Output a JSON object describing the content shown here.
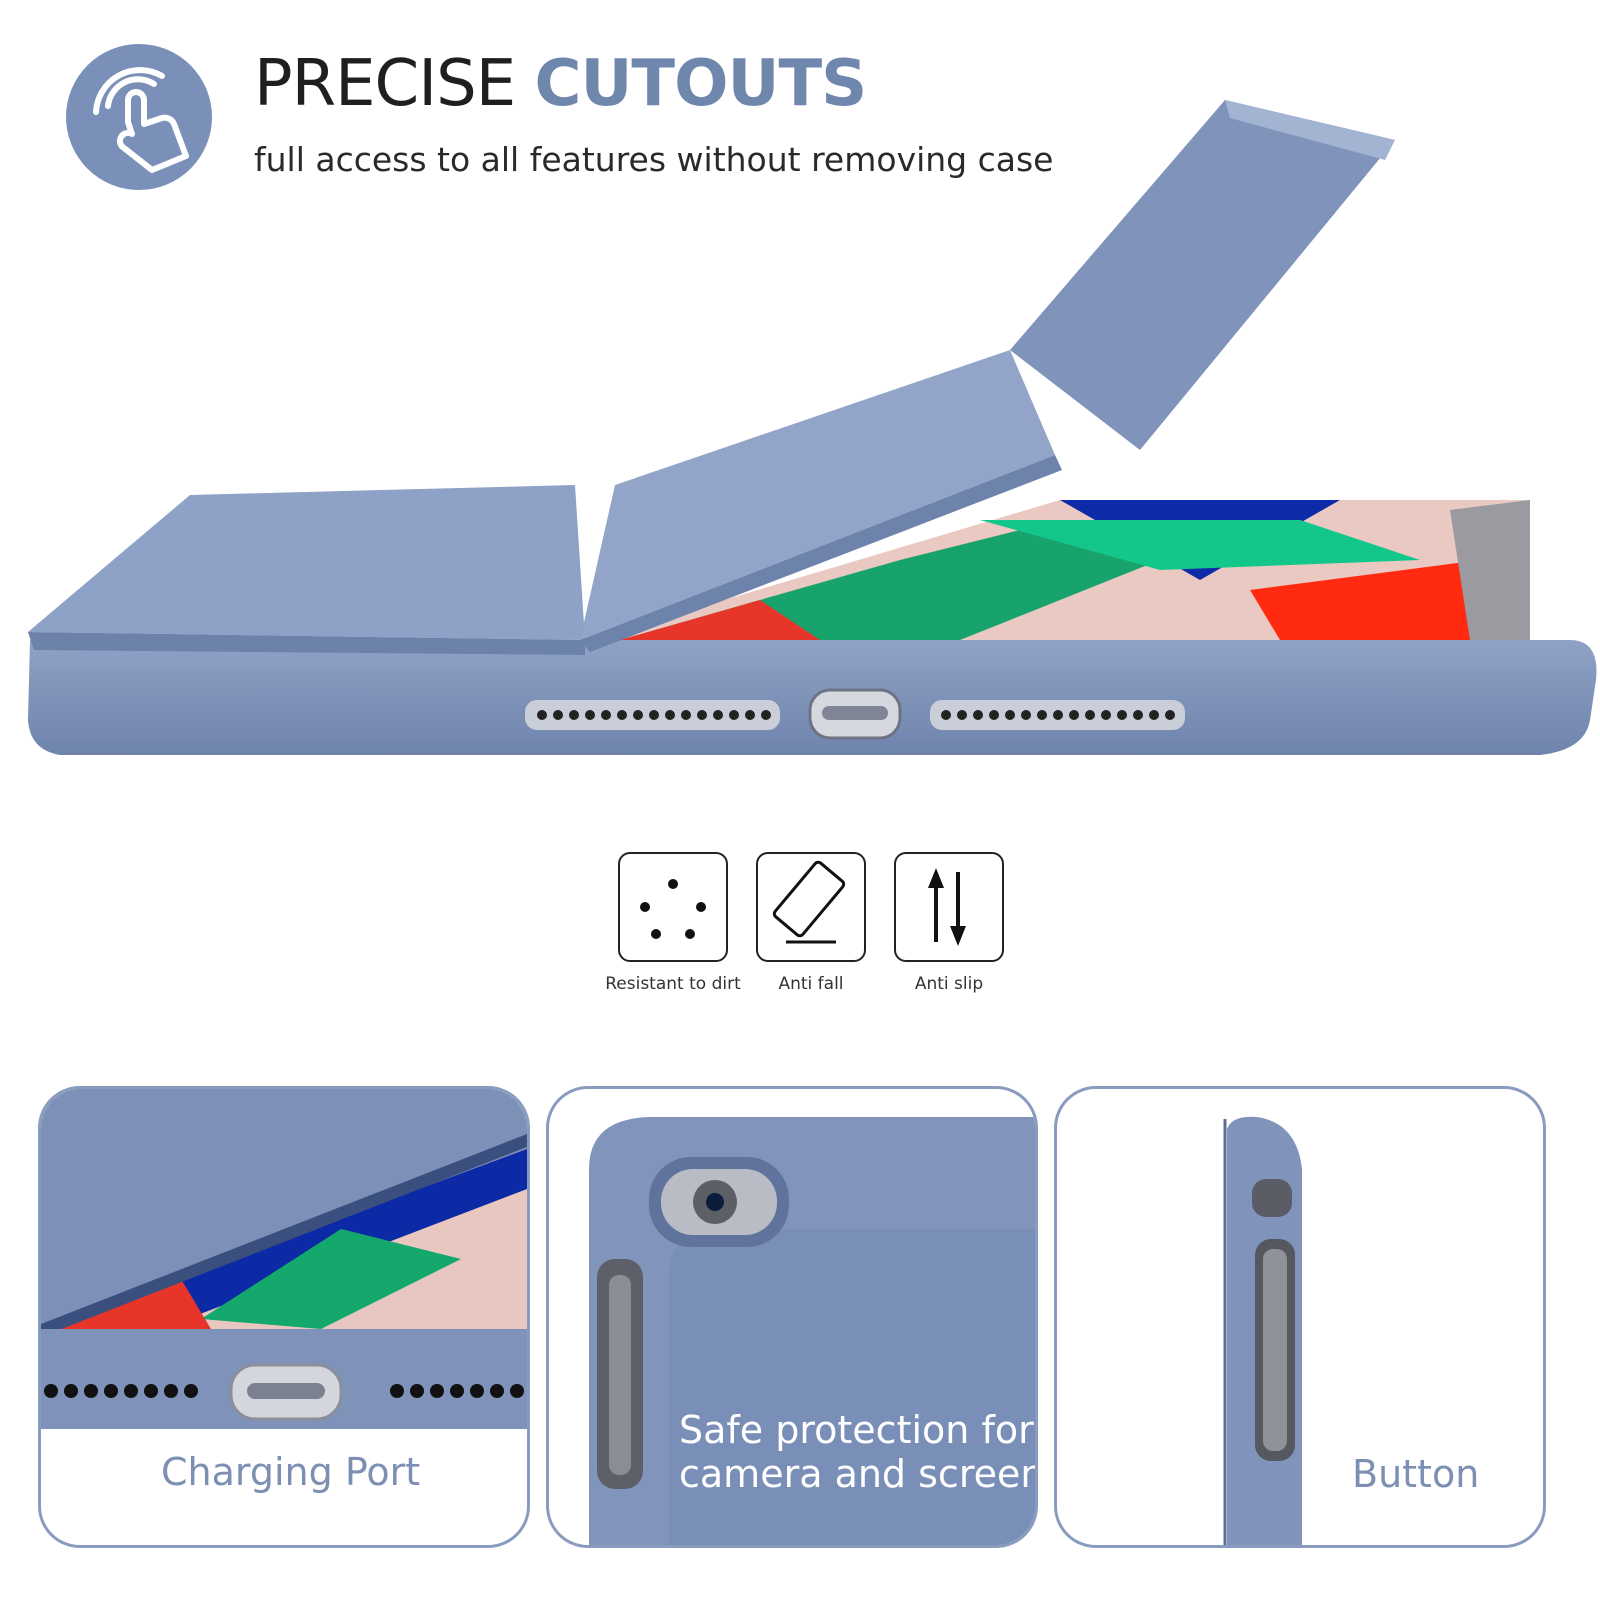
{
  "header": {
    "title_plain": "PRECISE ",
    "title_accent": "CUTOUTS",
    "subtitle": "full access to all features without removing case",
    "icon": "tap-hand-icon"
  },
  "colors": {
    "case_blue": "#7b8fb6",
    "case_blue_dark": "#5f739c",
    "accent_text": "#6f86ad",
    "caption_gray": "#7d8fb2"
  },
  "features": [
    {
      "label": "Resistant to dirt",
      "icon": "dots-icon"
    },
    {
      "label": "Anti fall",
      "icon": "tilted-device-icon"
    },
    {
      "label": "Anti slip",
      "icon": "up-down-arrows-icon"
    }
  ],
  "panels": [
    {
      "caption": "Charging Port"
    },
    {
      "caption_line1": "Safe protection for",
      "caption_line2": "camera and screen"
    },
    {
      "caption": "Button"
    }
  ]
}
